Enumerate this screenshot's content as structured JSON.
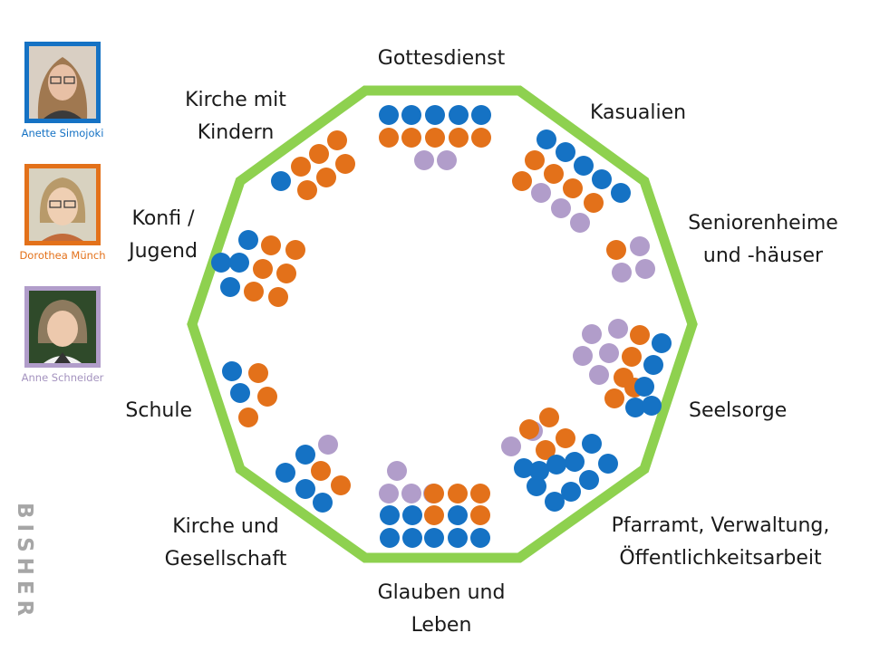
{
  "colors": {
    "blue": "#1572c4",
    "orange": "#e3711a",
    "purple": "#b19dca",
    "green": "#8ed14f"
  },
  "people": [
    {
      "name": "Anette Simojoki",
      "color": "#1572c4"
    },
    {
      "name": "Dorothea Münch",
      "color": "#e3711a"
    },
    {
      "name": "Anne Schneider",
      "color": "#b19dca"
    }
  ],
  "side_label": "BISHER",
  "areas": [
    {
      "label_lines": [
        "Gottesdienst"
      ],
      "blue": 5,
      "orange": 5,
      "purple": 2
    },
    {
      "label_lines": [
        "Kasualien"
      ],
      "blue": 5,
      "orange": 5,
      "purple": 3
    },
    {
      "label_lines": [
        "Seniorenheime",
        "und -häuser"
      ],
      "blue": 0,
      "orange": 1,
      "purple": 3
    },
    {
      "label_lines": [
        "Seelsorge"
      ],
      "blue": 5,
      "orange": 5,
      "purple": 5
    },
    {
      "label_lines": [
        "Pfarramt, Verwaltung,",
        "Öffentlichkeitsarbeit"
      ],
      "blue": 10,
      "orange": 4,
      "purple": 2
    },
    {
      "label_lines": [
        "Glauben und",
        "Leben"
      ],
      "blue": 8,
      "orange": 5,
      "purple": 4
    },
    {
      "label_lines": [
        "Kirche und",
        "Gesellschaft"
      ],
      "blue": 4,
      "orange": 2,
      "purple": 1
    },
    {
      "label_lines": [
        "Schule"
      ],
      "blue": 2,
      "orange": 3,
      "purple": 0
    },
    {
      "label_lines": [
        "Konfi /",
        "Jugend"
      ],
      "blue": 4,
      "orange": 6,
      "purple": 0
    },
    {
      "label_lines": [
        "Kirche mit",
        "Kindern"
      ],
      "blue": 1,
      "orange": 6,
      "purple": 0
    }
  ]
}
